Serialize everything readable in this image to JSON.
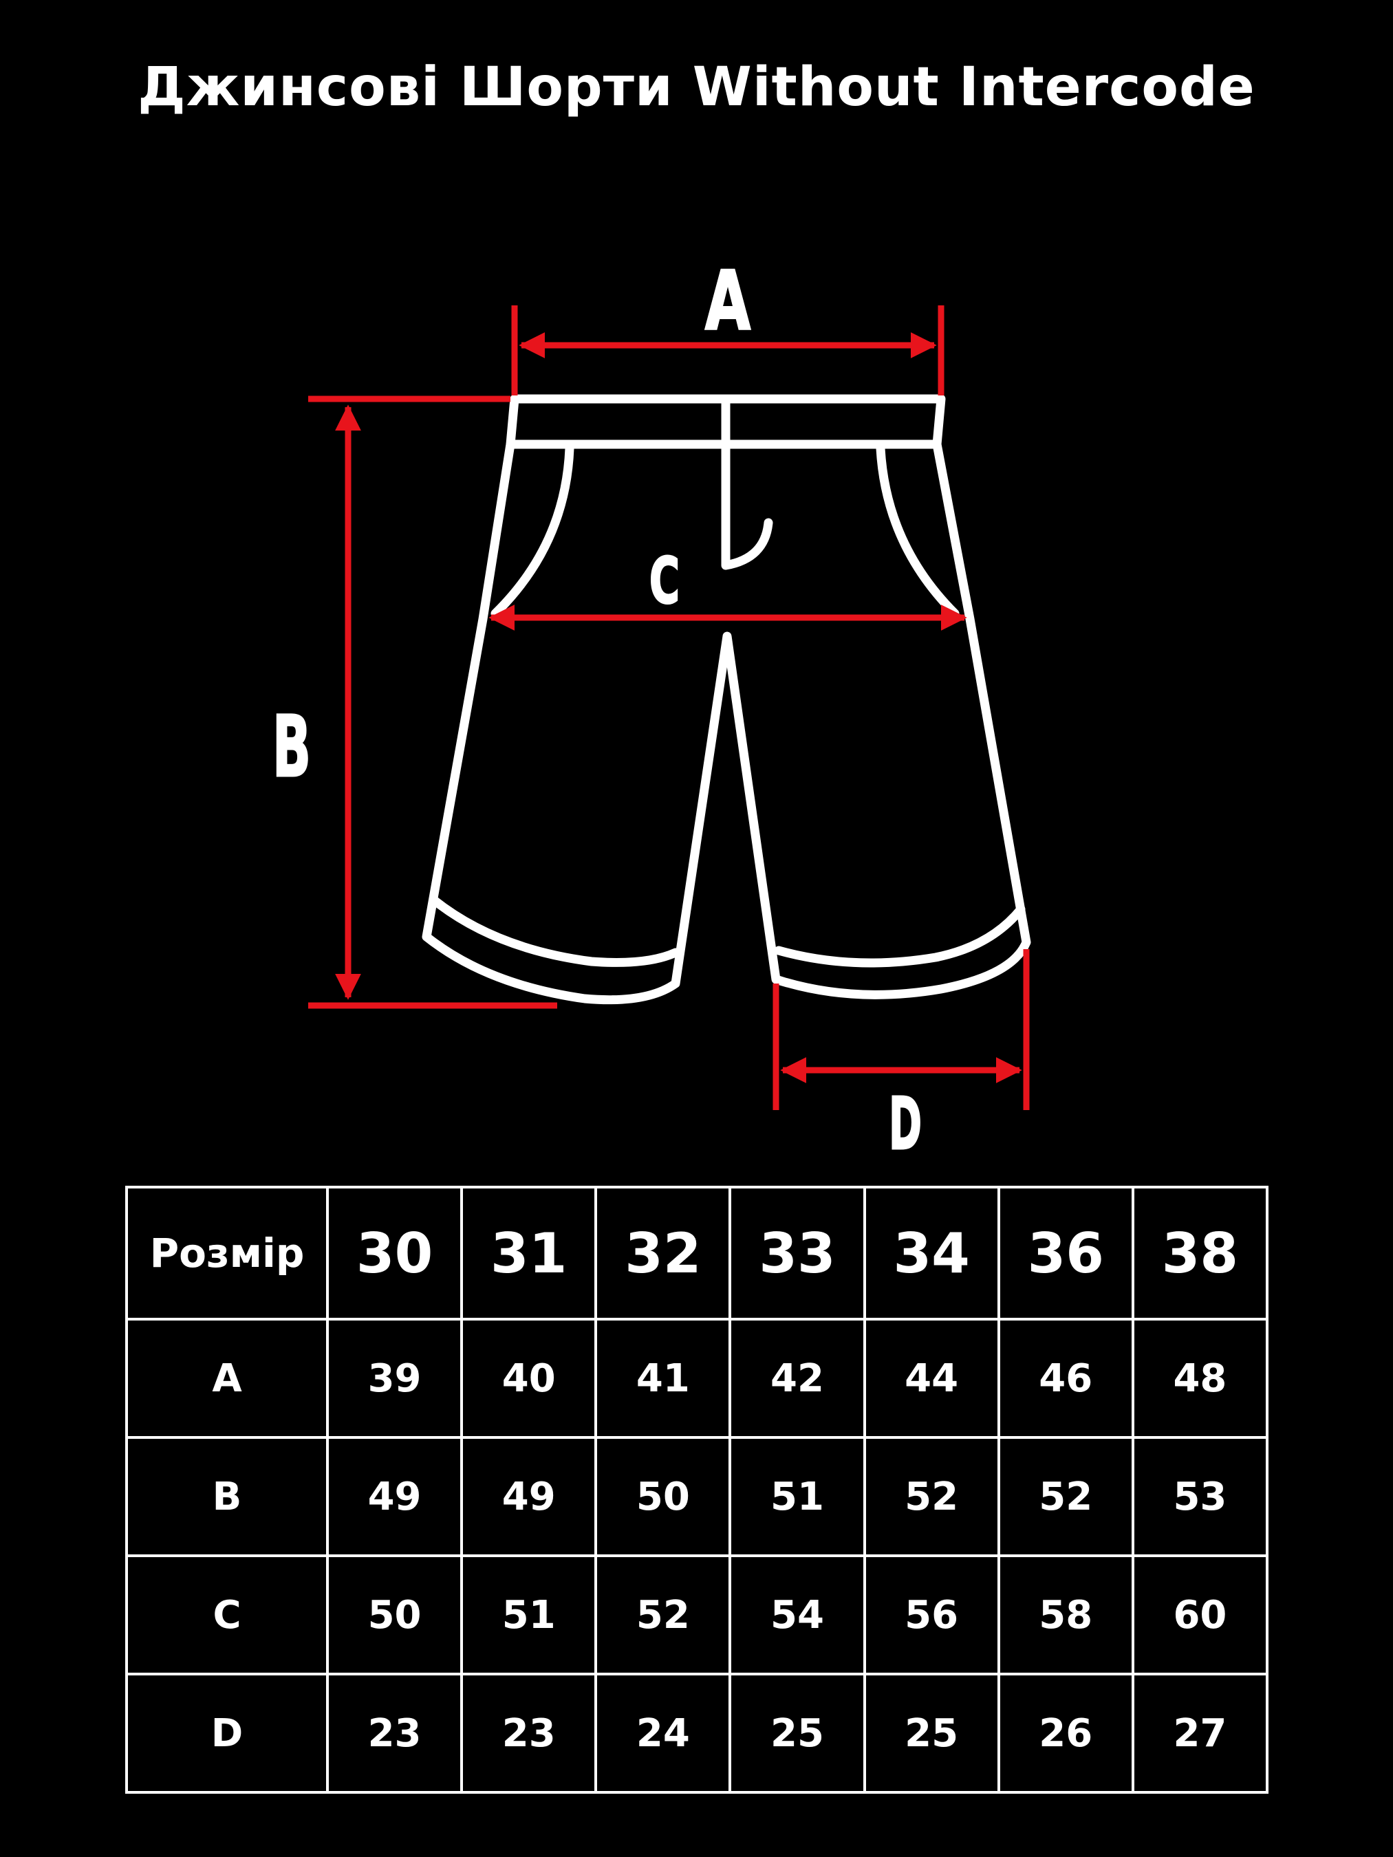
{
  "title": "Джинсові Шорти Without Intercode",
  "colors": {
    "background": "#000000",
    "outline": "#ffffff",
    "dimension": "#e8141c"
  },
  "diagram": {
    "labels": {
      "a": "A",
      "b": "B",
      "c": "C",
      "d": "D"
    }
  },
  "table": {
    "header_label": "Розмір",
    "sizes": [
      "30",
      "31",
      "32",
      "33",
      "34",
      "36",
      "38"
    ],
    "rows": [
      {
        "label": "A",
        "values": [
          "39",
          "40",
          "41",
          "42",
          "44",
          "46",
          "48"
        ]
      },
      {
        "label": "B",
        "values": [
          "49",
          "49",
          "50",
          "51",
          "52",
          "52",
          "53"
        ]
      },
      {
        "label": "C",
        "values": [
          "50",
          "51",
          "52",
          "54",
          "56",
          "58",
          "60"
        ]
      },
      {
        "label": "D",
        "values": [
          "23",
          "23",
          "24",
          "25",
          "25",
          "26",
          "27"
        ]
      }
    ]
  }
}
